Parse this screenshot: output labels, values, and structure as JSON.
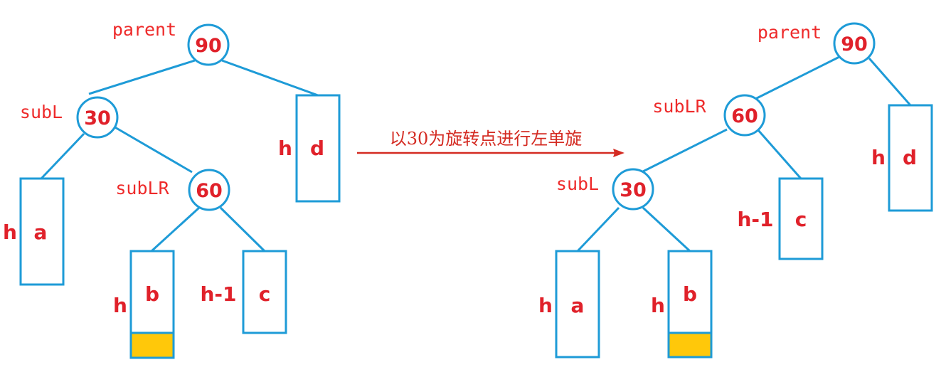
{
  "before": {
    "root": {
      "value": "90",
      "tag": "parent"
    },
    "left": {
      "value": "30",
      "tag": "subL"
    },
    "middle": {
      "value": "60",
      "tag": "subLR"
    },
    "subtrees": {
      "a": {
        "label": "a",
        "height": "h"
      },
      "b": {
        "label": "b",
        "height": "h"
      },
      "c": {
        "label": "c",
        "height": "h-1"
      },
      "d": {
        "label": "d",
        "height": "h"
      }
    }
  },
  "transition": {
    "label": "以30为旋转点进行左单旋"
  },
  "after": {
    "root": {
      "value": "90",
      "tag": "parent"
    },
    "middle": {
      "value": "60",
      "tag": "subLR"
    },
    "left": {
      "value": "30",
      "tag": "subL"
    },
    "subtrees": {
      "a": {
        "label": "a",
        "height": "h"
      },
      "b": {
        "label": "b",
        "height": "h"
      },
      "c": {
        "label": "c",
        "height": "h-1"
      },
      "d": {
        "label": "d",
        "height": "h"
      }
    }
  },
  "colors": {
    "node_stroke": "#1e9bd7",
    "text": "#e0212a",
    "highlight": "#ffc80a"
  }
}
